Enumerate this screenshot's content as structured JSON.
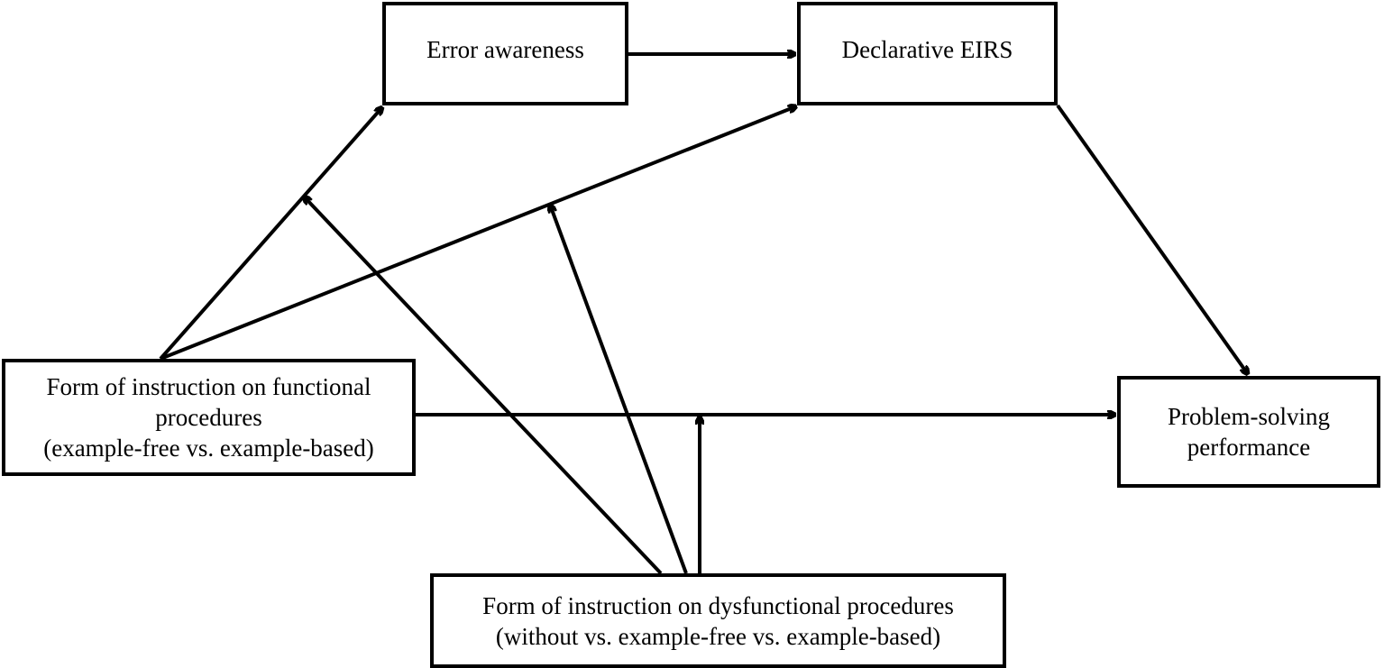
{
  "diagram": {
    "nodes": {
      "error_awareness": {
        "lines": [
          "Error awareness"
        ]
      },
      "declarative_eirs": {
        "lines": [
          "Declarative EIRS"
        ]
      },
      "functional_instruction": {
        "lines": [
          "Form of instruction on functional",
          "procedures",
          "(example-free vs. example-based)"
        ]
      },
      "performance": {
        "lines": [
          "Problem-solving",
          "performance"
        ]
      },
      "dysfunctional_instruction": {
        "lines": [
          "Form of instruction on dysfunctional procedures",
          "(without vs. example-free vs. example-based)"
        ]
      }
    },
    "edges": [
      {
        "from": "error_awareness",
        "to": "declarative_eirs"
      },
      {
        "from": "functional_instruction",
        "to": "error_awareness"
      },
      {
        "from": "functional_instruction",
        "to": "declarative_eirs"
      },
      {
        "from": "functional_instruction",
        "to": "performance"
      },
      {
        "from": "declarative_eirs",
        "to": "performance"
      },
      {
        "from": "dysfunctional_instruction",
        "to": "path:functional_instruction->error_awareness",
        "type": "moderation"
      },
      {
        "from": "dysfunctional_instruction",
        "to": "path:functional_instruction->declarative_eirs",
        "type": "moderation"
      },
      {
        "from": "dysfunctional_instruction",
        "to": "path:functional_instruction->performance",
        "type": "moderation"
      }
    ],
    "colors": {
      "stroke": "#000000",
      "background": "#ffffff"
    }
  }
}
